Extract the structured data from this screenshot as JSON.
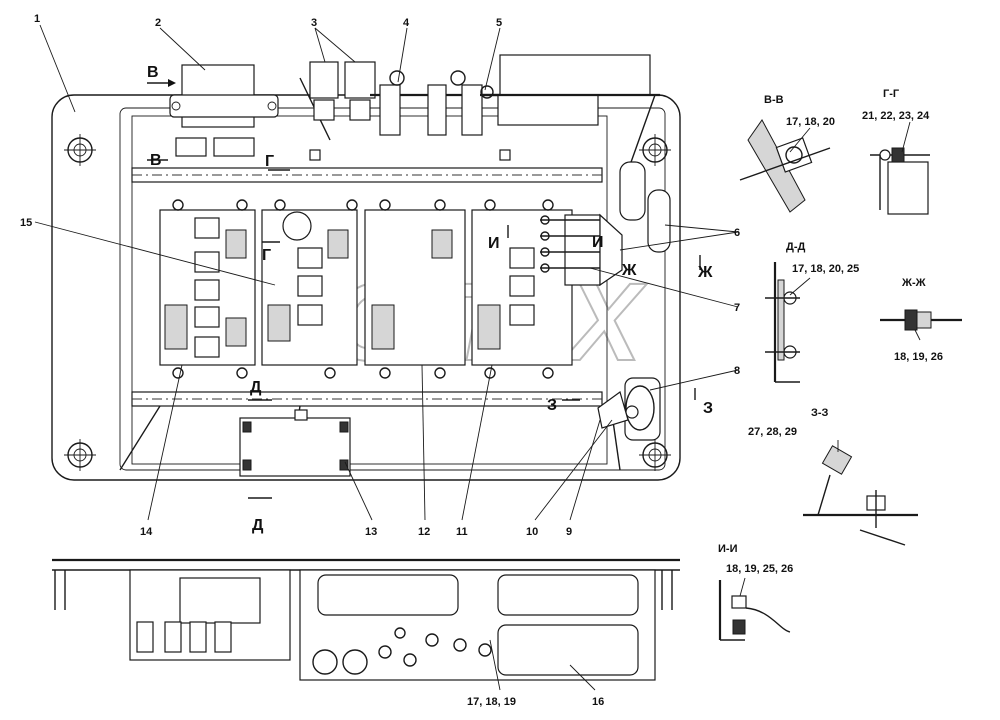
{
  "callouts": {
    "c1": "1",
    "c2": "2",
    "c3": "3",
    "c4": "4",
    "c5": "5",
    "c6": "6",
    "c7": "7",
    "c8": "8",
    "c9": "9",
    "c10": "10",
    "c11": "11",
    "c12": "12",
    "c13": "13",
    "c14": "14",
    "c15": "15",
    "c16": "16",
    "c17_18_19": "17, 18, 19"
  },
  "section_marks": {
    "v": "В",
    "g": "Г",
    "d": "Д",
    "i": "И",
    "zh": "Ж",
    "z": "З"
  },
  "sections": {
    "vv": {
      "title": "В-В",
      "parts": "17, 18, 20"
    },
    "gg": {
      "title": "Г-Г",
      "parts": "21, 22, 23, 24"
    },
    "dd": {
      "title": "Д-Д",
      "parts": "17, 18, 20, 25"
    },
    "zhzh": {
      "title": "Ж-Ж",
      "parts": "18, 19, 26"
    },
    "zz": {
      "title": "З-З",
      "parts": "27, 28, 29"
    },
    "ii": {
      "title": "И-И",
      "parts": "18, 19, 25, 26"
    }
  },
  "watermark": "ОПЕХ"
}
